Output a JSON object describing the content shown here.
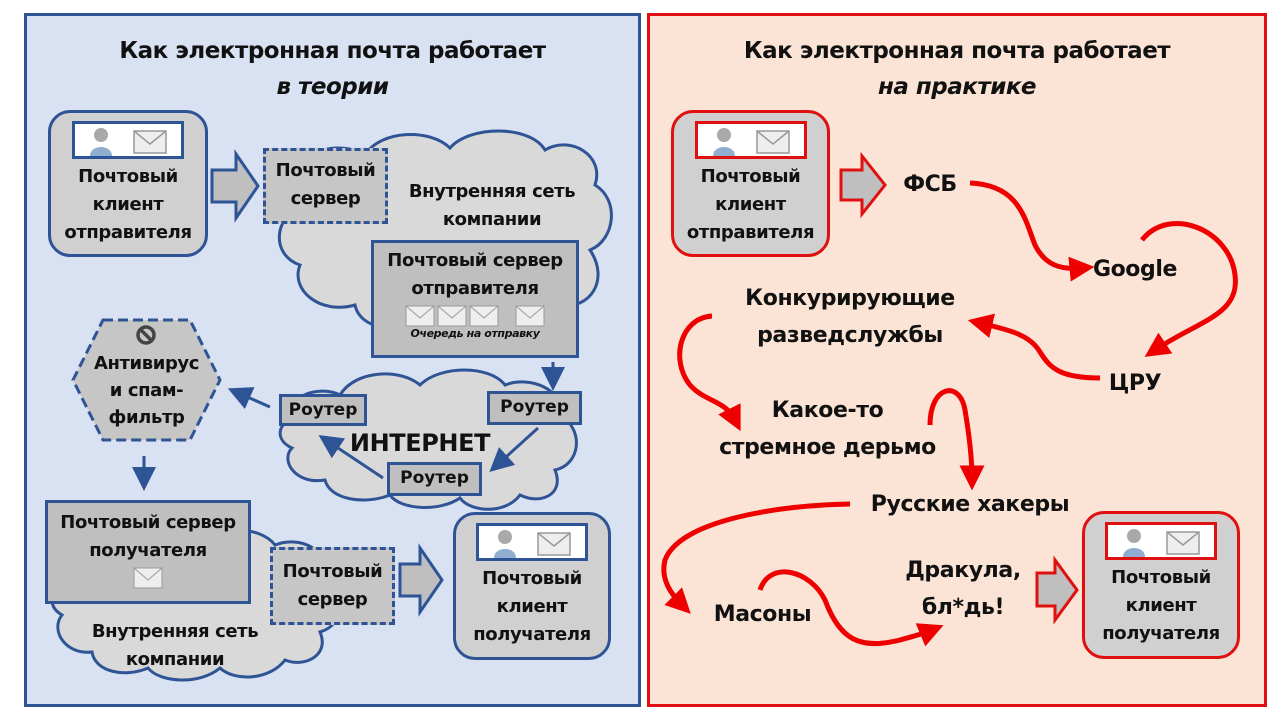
{
  "left": {
    "title": "Как электронная почта работает",
    "subtitle": "в теории",
    "sender_client": [
      "Почтовый",
      "клиент",
      "отправителя"
    ],
    "mail_server_top": [
      "Почтовый",
      "сервер"
    ],
    "internal_network_top": [
      "Внутренняя сеть",
      "компании"
    ],
    "sender_server": [
      "Почтовый сервер",
      "отправителя"
    ],
    "queue_label": "Очередь на отправку",
    "antivirus": [
      "Антивирус",
      "и спам-",
      "фильтр"
    ],
    "router_label": "Роутер",
    "internet_label": "ИНТЕРНЕТ",
    "recipient_server": [
      "Почтовый сервер",
      "получателя"
    ],
    "mail_server_bottom": [
      "Почтовый",
      "сервер"
    ],
    "internal_network_bottom": [
      "Внутренняя сеть",
      "компании"
    ],
    "recipient_client": [
      "Почтовый",
      "клиент",
      "получателя"
    ]
  },
  "right": {
    "title": "Как электронная почта работает",
    "subtitle": "на практике",
    "sender_client": [
      "Почтовый",
      "клиент",
      "отправителя"
    ],
    "nodes": {
      "fsb": "ФСБ",
      "google": "Google",
      "competing": [
        "Конкурирующие",
        "разведслужбы"
      ],
      "cia": "ЦРУ",
      "shady": [
        "Какое-то",
        "стремное дерьмо"
      ],
      "russian_hackers": "Русские хакеры",
      "masons": "Масоны",
      "dracula": [
        "Дракула,",
        "бл*дь!"
      ]
    },
    "recipient_client": [
      "Почтовый",
      "клиент",
      "получателя"
    ]
  },
  "colors": {
    "left_bg": "#d9e2f3",
    "left_border": "#2f5496",
    "right_bg": "#fbe4d5",
    "right_border": "#e01010",
    "box_gray": "#bfbfbf",
    "cloud_gray": "#d9d9d9",
    "curve_red": "#ee0000"
  }
}
